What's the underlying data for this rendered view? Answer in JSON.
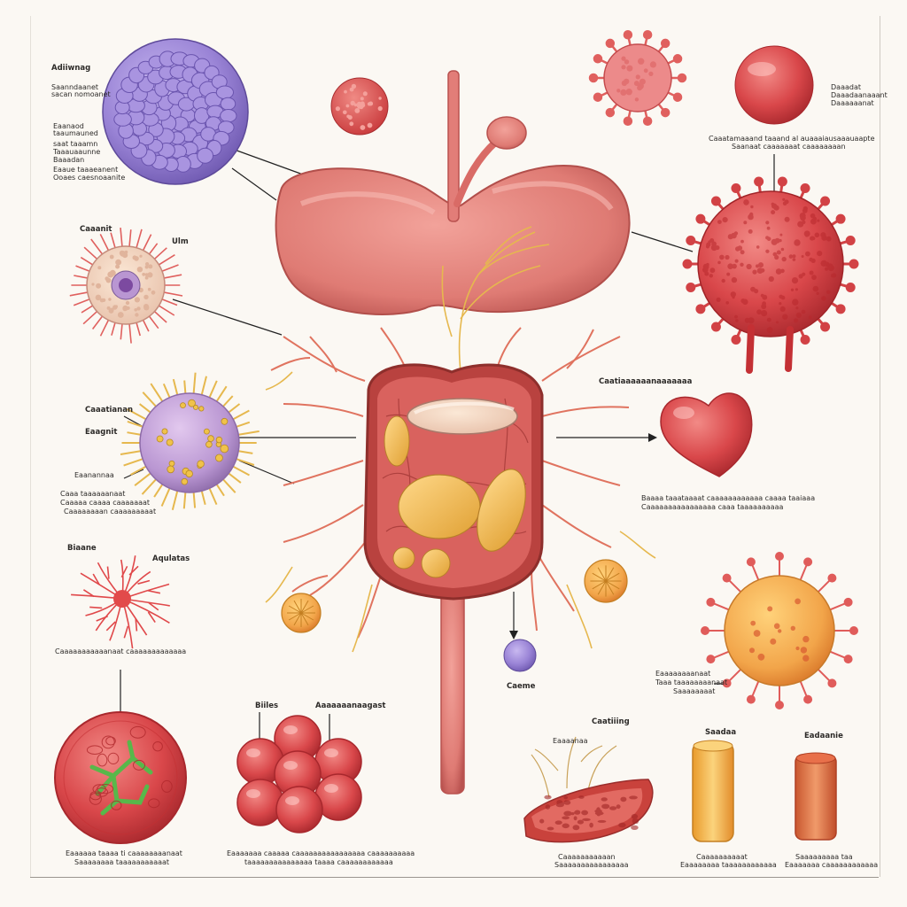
{
  "labels": {
    "tl_title": "Adiiwnag",
    "tl_line1": "Saanndaanet",
    "tl_line2": "sacan nomoanet",
    "tl_line3": "Eaanaod",
    "tl_line4": "taaumauned",
    "tl_line5": "saat taaamn",
    "tl_line6": "Taaauaaunne",
    "tl_line7": "Baaadan",
    "tl_line8": "Eaaue taaaeanent",
    "tl_line9": "Ooaes caesnoaanite",
    "tr_line1": "Daaadat",
    "tr_line2": "Daaadaanaaant",
    "tr_line3": "Daaaaaanat",
    "tr_caption1": "Caaatamaaand taaand al auaaaiausaaauaapte",
    "tr_caption2": "Saanaat caaaaaaat caaaaaaaan",
    "cl_title": "Caaanit",
    "cl_tag": "Ulm",
    "ml_title1": "Caaatianan",
    "ml_title2": "Eaagnit",
    "ml_sub": "Eaanannaa",
    "ml_line1": "Caaa taaaaaanaat",
    "ml_line2": "Caaaaa caaaa caaaaaaat",
    "ml_line3": "Caaaaaaaan caaaaaaaaat",
    "mr_title": "Caatiaaaaaanaaaaaaa",
    "mr_line1": "Baaaa taaataaaat caaaaaaaaaaaa caaaa taaiaaa",
    "mr_line2": "Caaaaaaaaaaaaaaaa caaa taaaaaaaaaa",
    "ll_title": "Biaane",
    "ll_tag": "Aqulatas",
    "ll_line": "Caaaaaaaaaaanaat caaaaaaaaaaaaa",
    "cb_tag": "Caeme",
    "rm_line1": "Eaaaaaaaanaat",
    "rm_line2": "Taaa taaaaaaaanaat",
    "rm_line3": "Saaaaaaaat",
    "b1_line1": "Eaaaaaa taaaa ti caaaaaaaanaat",
    "b1_line2": "Saaaaaaaa taaaaaaaaaaat",
    "b2_tag1": "Biiles",
    "b2_tag2": "Aaaaaaanaagast",
    "b2_line1": "Eaaaaaaa caaaaa caaaaaaaaaaaaaaaa caaaaaaaaaa",
    "b2_line2": "taaaaaaaaaaaaaaa taaaa caaaaaaaaaaaa",
    "b3_tag1": "Caatiiing",
    "b3_tag2": "Eaaaanaa",
    "b3_line1": "Caaaaaaaaaaan",
    "b3_line2": "Saaaaaaaaaaaaaaaa",
    "b4_tag": "Saadaa",
    "b4_line1": "Caaaaaaaaaat",
    "b4_line2": "Eaaaaaaaa taaaaaaaaaaaa",
    "b5_tag": "Eadaanie",
    "b5_line1": "Saaaaaaaaa taa",
    "b5_line2": "Eaaaaaaa caaaaaaaaaaaa"
  },
  "colors": {
    "background": "#fbf8f3",
    "organ_pink": "#e27d78",
    "organ_dark": "#b9524f",
    "vessel_yellow": "#e6b84e",
    "cell_purple": "#9b85d6",
    "cell_red": "#d9474a",
    "cell_orange": "#f2a54a"
  }
}
